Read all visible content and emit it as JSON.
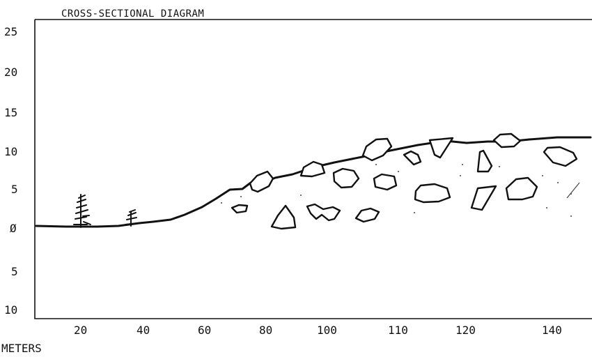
{
  "title": "CROSS-SECTIONAL DIAGRAM",
  "x_axis_label": "METERS",
  "y_ticks_upper": [
    "25",
    "20",
    "15",
    "10",
    "5",
    "Ø"
  ],
  "y_ticks_lower": [
    "5",
    "10"
  ],
  "x_ticks": [
    "20",
    "40",
    "60",
    "80",
    "100",
    "110",
    "120",
    "140"
  ]
}
